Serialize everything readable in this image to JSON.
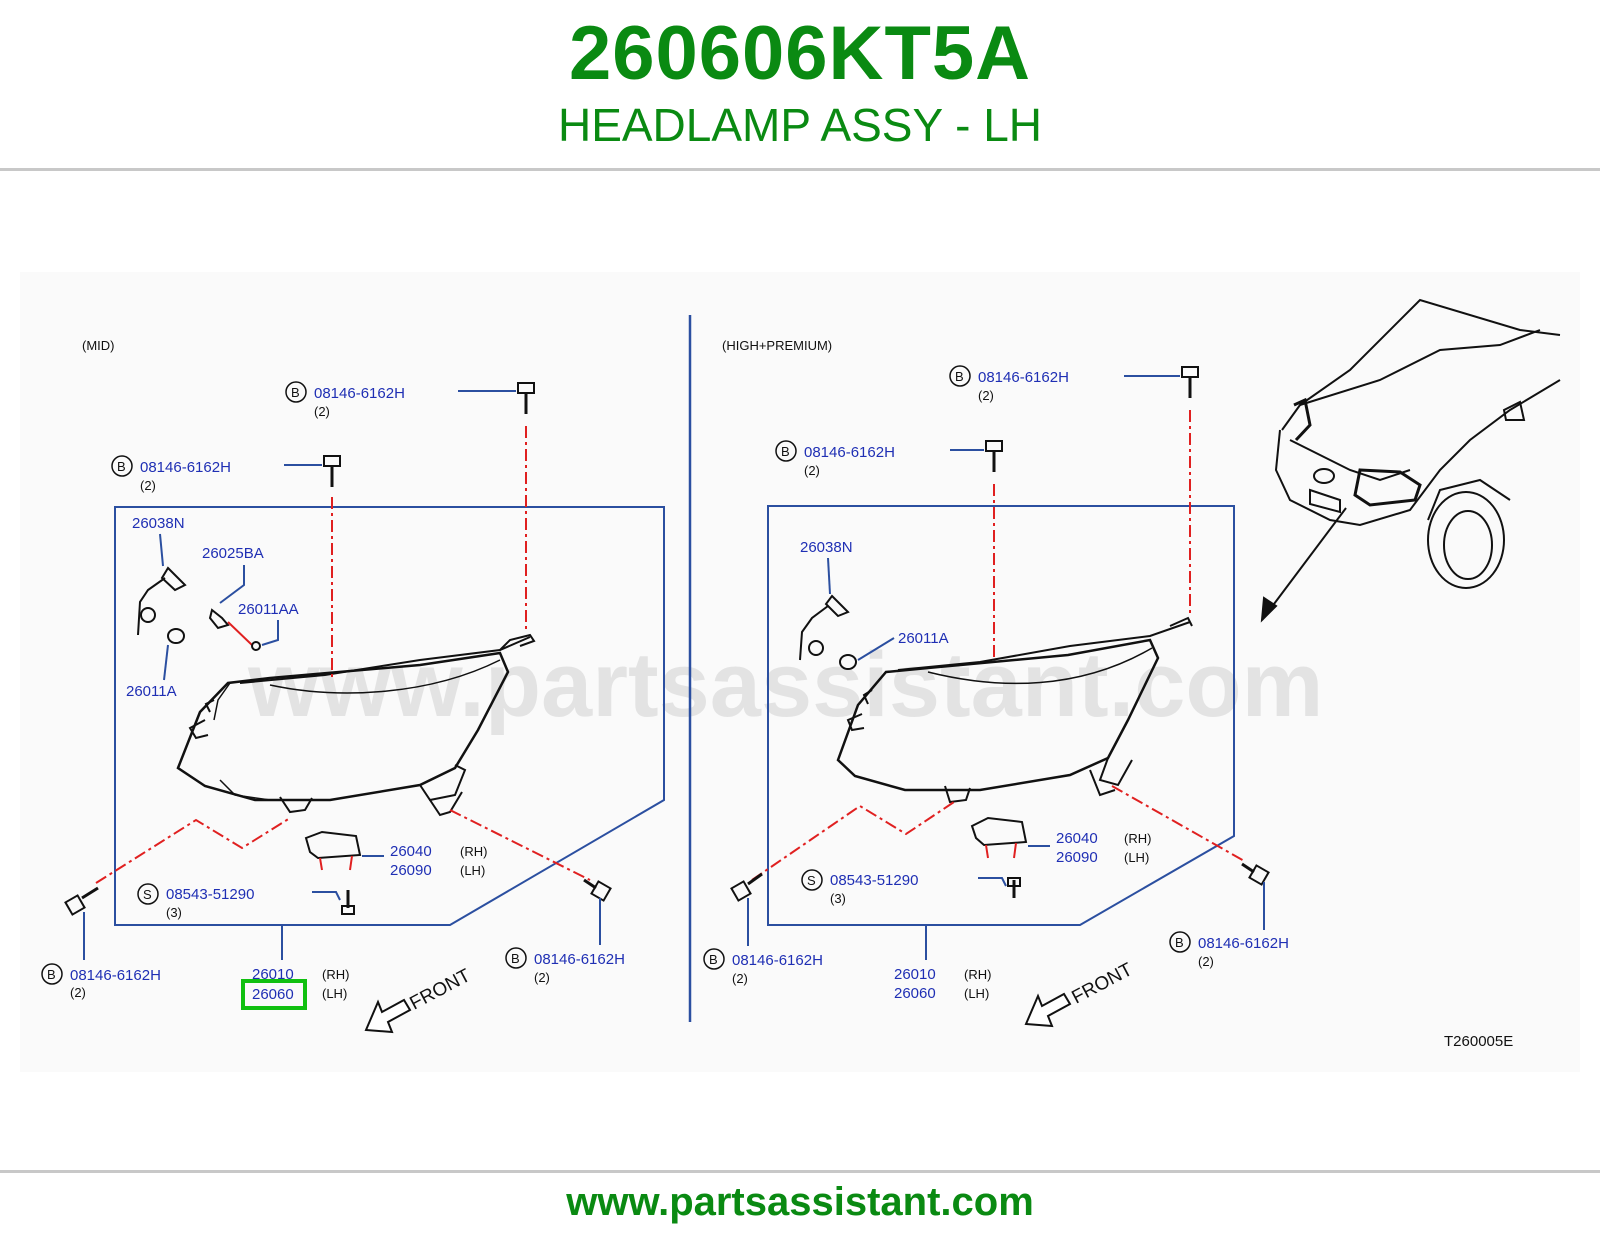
{
  "header": {
    "part_number": "260606KT5A",
    "description": "HEADLAMP ASSY - LH"
  },
  "footer": {
    "url": "www.partsassistant.com"
  },
  "diagram": {
    "watermark": "www.partsassistant.com",
    "code": "T260005E",
    "left_panel": {
      "title": "(MID)",
      "bolt_top_right": {
        "letter": "B",
        "part": "08146-6162H",
        "qty": "(2)"
      },
      "bolt_top_left": {
        "letter": "B",
        "part": "08146-6162H",
        "qty": "(2)"
      },
      "socket": "26038N",
      "bulb_socket": "26025BA",
      "small_bulb": "26011AA",
      "bulb": "26011A",
      "bracket_rh": "26040",
      "bracket_lh": "26090",
      "rh": "(RH)",
      "lh": "(LH)",
      "screw": {
        "letter": "S",
        "part": "08543-51290",
        "qty": "(3)"
      },
      "bolt_bottom_left": {
        "letter": "B",
        "part": "08146-6162H",
        "qty": "(2)"
      },
      "bolt_bottom_right": {
        "letter": "B",
        "part": "08146-6162H",
        "qty": "(2)"
      },
      "assy_rh": "26010",
      "assy_lh": "26060",
      "front": "FRONT"
    },
    "right_panel": {
      "title": "(HIGH+PREMIUM)",
      "bolt_top_right": {
        "letter": "B",
        "part": "08146-6162H",
        "qty": "(2)"
      },
      "bolt_top_left": {
        "letter": "B",
        "part": "08146-6162H",
        "qty": "(2)"
      },
      "socket": "26038N",
      "bulb": "26011A",
      "bracket_rh": "26040",
      "bracket_lh": "26090",
      "rh": "(RH)",
      "lh": "(LH)",
      "screw": {
        "letter": "S",
        "part": "08543-51290",
        "qty": "(3)"
      },
      "bolt_bottom_left": {
        "letter": "B",
        "part": "08146-6162H",
        "qty": "(2)"
      },
      "bolt_bottom_right": {
        "letter": "B",
        "part": "08146-6162H",
        "qty": "(2)"
      },
      "assy_rh": "26010",
      "assy_lh": "26060",
      "front": "FRONT"
    },
    "colors": {
      "brand_green": "#0a8a12",
      "label_blue": "#1f2fb4",
      "frame_blue": "#2b4fa0",
      "leader_red": "#e02020",
      "highlight_green": "#10c010"
    }
  }
}
